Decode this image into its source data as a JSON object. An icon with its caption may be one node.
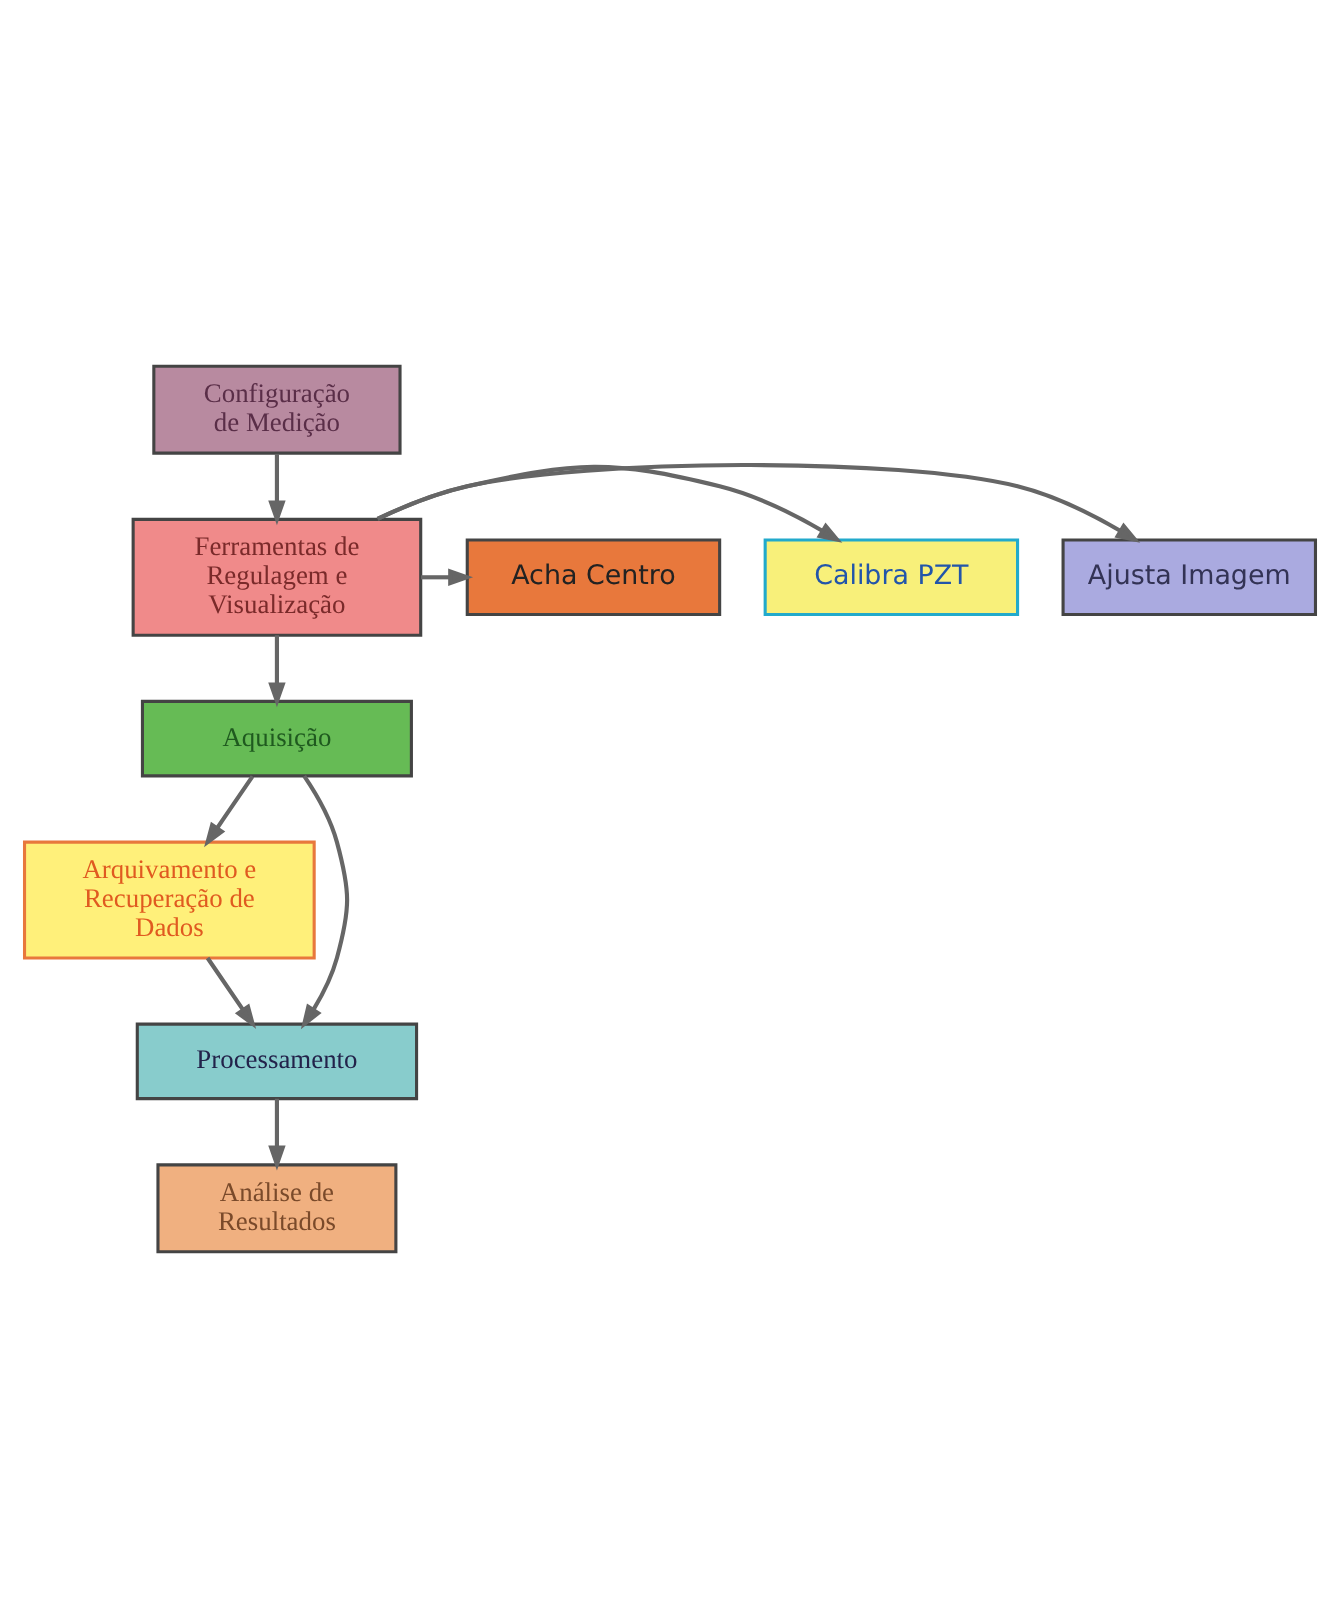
{
  "diagram": {
    "nodes": [
      {
        "text": [
          "Configuração de Medição"
        ]
      },
      {
        "text": [
          "Ferramentas de Regulagem e Visualização"
        ]
      },
      {
        "text": [
          "Ajusta Imagem"
        ]
      },
      {
        "text": [
          "Calibra PZT"
        ]
      },
      {
        "text": [
          "Acha Centro"
        ]
      },
      {
        "text": [
          "Aquisição"
        ]
      },
      {
        "text": [
          "Arquivamento e Recuperação de Dados"
        ]
      },
      {
        "text": [
          "Processamento"
        ]
      },
      {
        "text": [
          "Análise de Resultados"
        ]
      }
    ],
    "edges": [
      {
        "from": 0,
        "to": 1,
        "arrow": "to"
      },
      {
        "from": 1,
        "to": 2,
        "arrow": "to"
      },
      {
        "from": 1,
        "to": 3,
        "arrow": "to"
      },
      {
        "from": 1,
        "to": 4,
        "arrow": "to"
      },
      {
        "from": 1,
        "to": 5,
        "arrow": "to"
      },
      {
        "from": 5,
        "to": 7,
        "arrow": "to"
      },
      {
        "from": 5,
        "to": 6,
        "arrow": "to"
      },
      {
        "from": 6,
        "to": 7,
        "arrow": "to"
      },
      {
        "from": 7,
        "to": 8,
        "arrow": "to"
      }
    ]
  }
}
